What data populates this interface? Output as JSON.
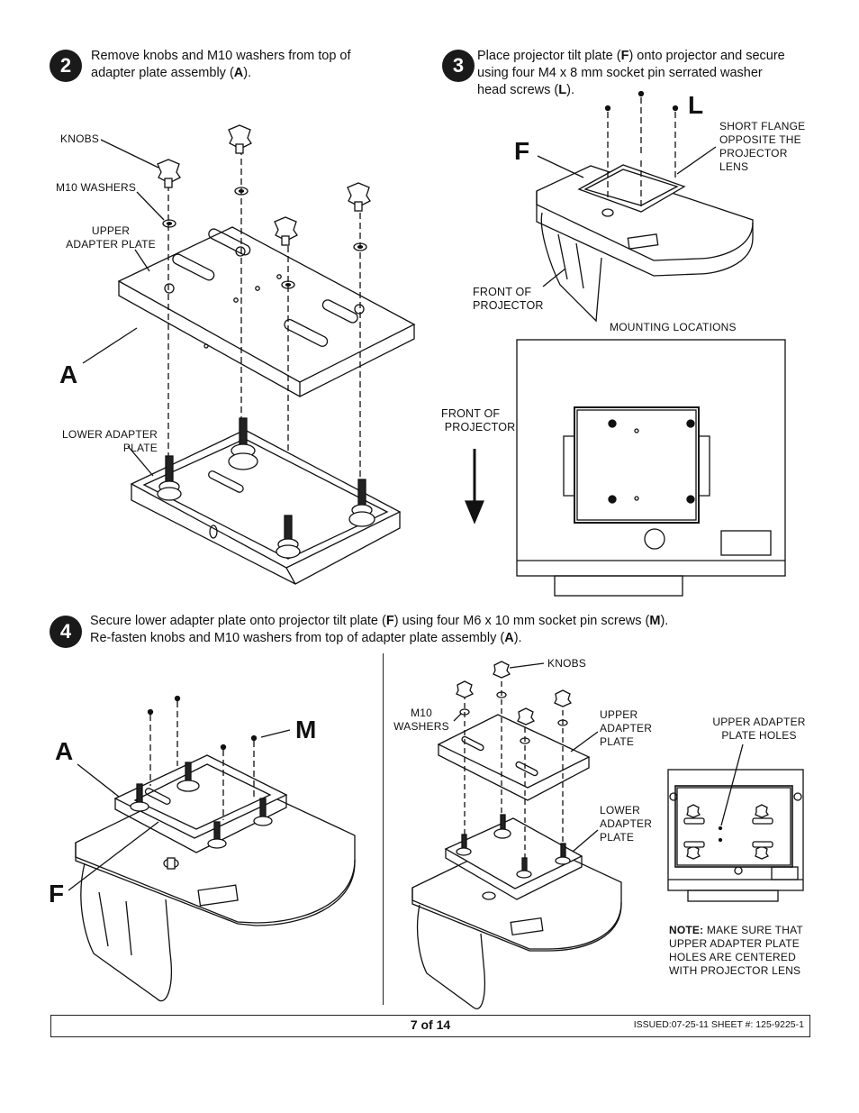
{
  "steps": [
    {
      "number": "2",
      "text_parts": [
        "Remove knobs and M10 washers from top of adapter plate assembly (",
        "A",
        ")."
      ]
    },
    {
      "number": "3",
      "text_parts": [
        "Place projector tilt plate (",
        "F",
        ") onto projector and secure using four M4 x 8 mm socket pin serrated washer head screws (",
        "L",
        ")."
      ]
    },
    {
      "number": "4",
      "text_parts": [
        "Secure lower adapter plate onto projector tilt plate (",
        "F",
        ") using four M6 x 10 mm socket pin screws (",
        "M",
        ").",
        "Re-fasten knobs and M10 washers from top of adapter plate assembly (",
        "A",
        ")."
      ]
    }
  ],
  "labels": {
    "knobs": "KNOBS",
    "m10_washers": "M10 WASHERS",
    "upper_adapter_plate_1": "UPPER",
    "upper_adapter_plate_2": "ADAPTER  PLATE",
    "lower_adapter_plate_1": "LOWER  ADAPTER",
    "lower_adapter_plate_2": "PLATE",
    "letter_a": "A",
    "letter_f": "F",
    "letter_l": "L",
    "letter_m": "M",
    "short_flange": [
      "SHORT FLANGE",
      "OPPOSITE THE",
      "PROJECTOR",
      "LENS"
    ],
    "front_of_projector": [
      "FRONT OF",
      "PROJECTOR"
    ],
    "mounting_locations": "MOUNTING LOCATIONS",
    "knobs_4": "KNOBS",
    "m10_4": [
      "M10",
      "WASHERS"
    ],
    "upper_4": [
      "UPPER",
      "ADAPTER",
      "PLATE"
    ],
    "lower_4": [
      "LOWER",
      "ADAPTER",
      "PLATE"
    ],
    "upper_holes": [
      "UPPER ADAPTER",
      "PLATE HOLES"
    ],
    "note_bold": "NOTE:",
    "note_rest": " MAKE SURE THAT",
    "note_lines": [
      "UPPER  ADAPTER PLATE",
      "HOLES ARE CENTERED",
      "WITH PROJECTOR LENS"
    ]
  },
  "footer": {
    "page": "7 of 14",
    "issued": "ISSUED:07-25-11 SHEET #: 125-9225-1"
  }
}
